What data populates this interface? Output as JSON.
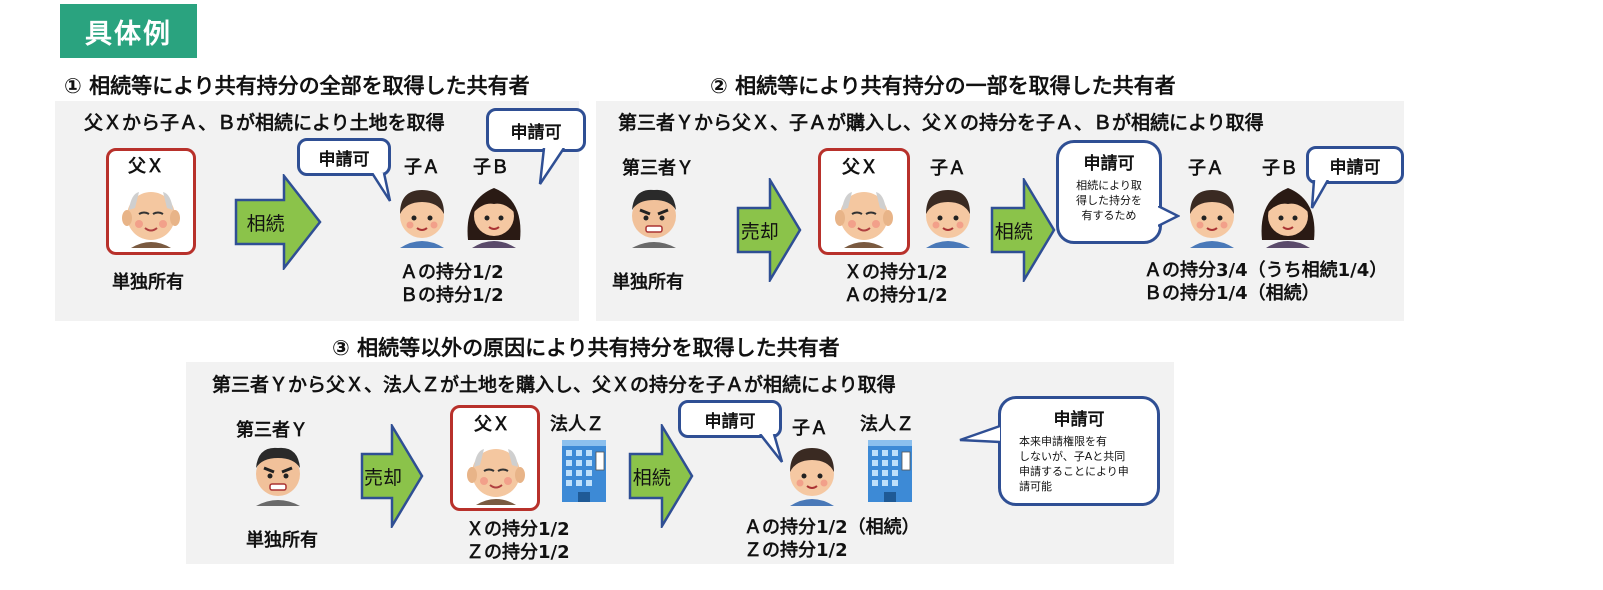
{
  "header": {
    "label": "具体例"
  },
  "section1": {
    "title": "① 相続等により共有持分の全部を取得した共有者",
    "desc": "父Ｘから子Ａ、Ｂが相続により土地を取得",
    "father_label": "父Ｘ",
    "father_note": "単独所有",
    "arrow_label": "相続",
    "bubble_a": "申請可",
    "bubble_b": "申請可",
    "child_a": "子Ａ",
    "child_b": "子Ｂ",
    "share_a": "Ａの持分1/2",
    "share_b": "Ｂの持分1/2"
  },
  "section2": {
    "title": "② 相続等により共有持分の一部を取得した共有者",
    "desc": "第三者Ｙから父Ｘ、子Ａが購入し、父Ｘの持分を子Ａ、Ｂが相続により取得",
    "third_label": "第三者Ｙ",
    "third_note": "単独所有",
    "arrow1_label": "売却",
    "father_label": "父Ｘ",
    "child_a_label": "子Ａ",
    "share_x": "Ｘの持分1/2",
    "share_a1": "Ａの持分1/2",
    "arrow2_label": "相続",
    "bubble_big_title": "申請可",
    "bubble_big_note": [
      "相続により取",
      "得した持分を",
      "有するため"
    ],
    "child_a2": "子Ａ",
    "child_b2": "子Ｂ",
    "bubble_b": "申請可",
    "share_a2": "Ａの持分3/4（うち相続1/4）",
    "share_b2": "Ｂの持分1/4（相続）"
  },
  "section3": {
    "title": "③ 相続等以外の原因により共有持分を取得した共有者",
    "desc": "第三者Ｙから父Ｘ、法人Ｚが土地を購入し、父Ｘの持分を子Ａが相続により取得",
    "third_label": "第三者Ｙ",
    "third_note": "単独所有",
    "arrow1_label": "売却",
    "father_label": "父Ｘ",
    "corp_label": "法人Ｚ",
    "share_x": "Ｘの持分1/2",
    "share_z": "Ｚの持分1/2",
    "arrow2_label": "相続",
    "bubble_a": "申請可",
    "child_a": "子Ａ",
    "corp_label2": "法人Ｚ",
    "share_a": "Ａの持分1/2（相続）",
    "share_z2": "Ｚの持分1/2",
    "bubble_big_title": "申請可",
    "bubble_big_note": [
      "本来申請権限を有",
      "しないが、子Aと共同",
      "申請することにより申",
      "請可能"
    ]
  }
}
